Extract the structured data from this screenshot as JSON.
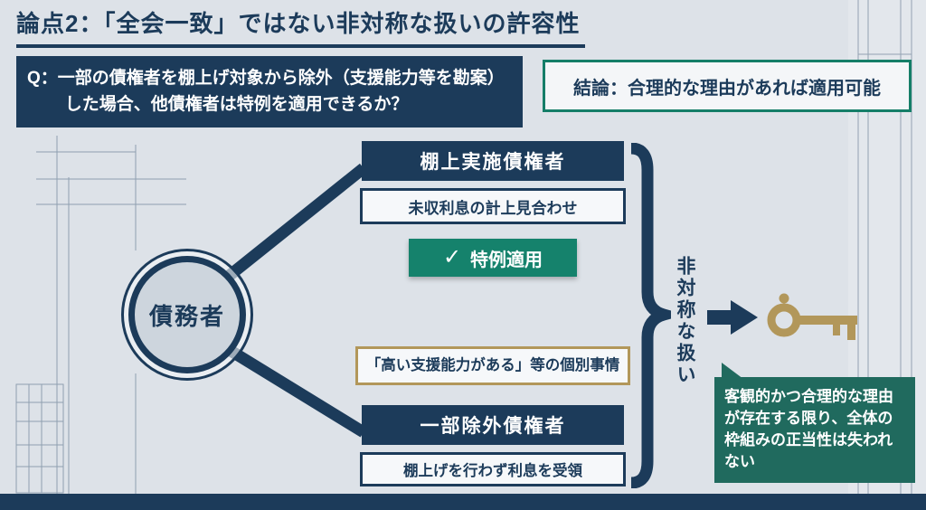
{
  "title": "論点2：「全会一致」ではない非対称な扱いの許容性",
  "question": {
    "text": "Q：一部の債権者を棚上げ対象から除外（支援能力等を勘案）した場合、他債権者は特例を適用できるか？"
  },
  "conclusion": {
    "text": "結論：合理的な理由があれば適用可能"
  },
  "diagram": {
    "debtor": "債務者",
    "top_branch": {
      "title": "棚上実施債権者",
      "detail": "未収利息の計上見合わせ",
      "badge": "特例適用"
    },
    "bottom_branch": {
      "note": "「高い支援能力がある」等の個別事情",
      "title": "一部除外債権者",
      "detail": "棚上げを行わず利息を受領"
    },
    "brace_label": "非対称な扱い",
    "callout": "客観的かつ合理的な理由が存在する限り、全体の枠組みの正当性は失われない"
  },
  "icons": {
    "check": "✓",
    "key": "key-icon",
    "arrow": "arrow-right-icon",
    "brace": "curly-brace"
  },
  "colors": {
    "navy": "#1c3b5a",
    "teal": "#157e68",
    "teal_dark": "#206a5e",
    "gold": "#b2975a",
    "background": "#dde2e8"
  }
}
